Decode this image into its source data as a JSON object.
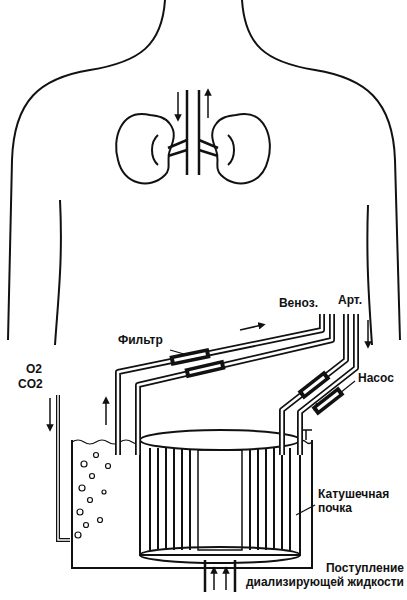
{
  "diagram": {
    "labels": [
      "Арт.",
      "Веноз.",
      "Фильтр",
      "Насос",
      "O2",
      "CO2",
      "Катушечная почка",
      "Поступление диализирующей жидкости"
    ]
  }
}
